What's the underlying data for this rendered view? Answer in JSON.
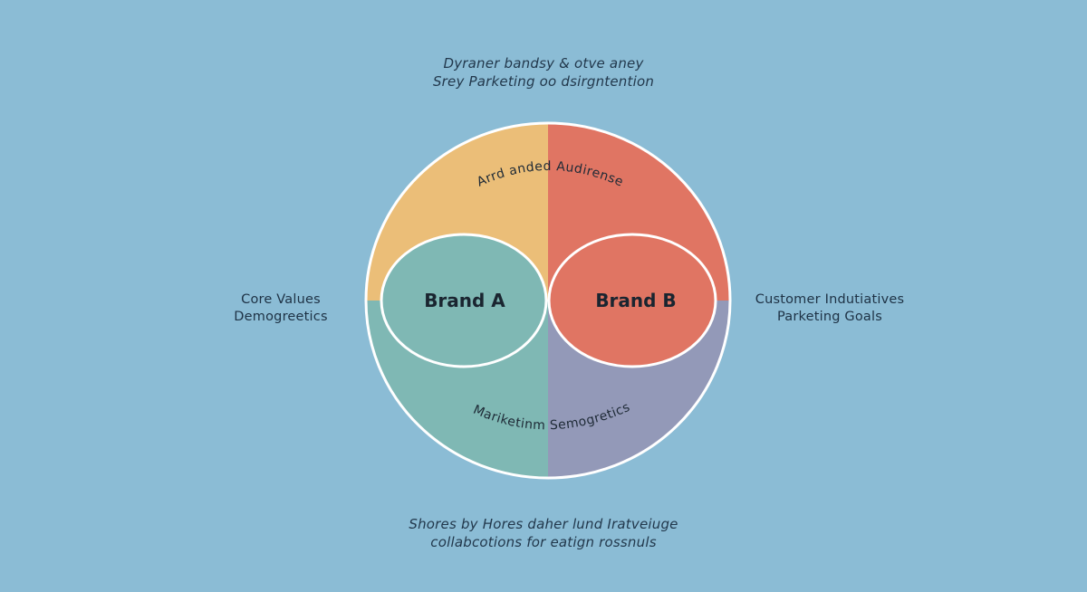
{
  "header": {
    "caption_line1": "Dyraner bandsy & otve aney",
    "caption_line2": "Srey Parketing oo dsirgntention"
  },
  "diagram": {
    "colors": {
      "background": "#8BBCD5",
      "top_left_quadrant": "#EBBE78",
      "top_right_quadrant": "#E07563",
      "bottom_left_quadrant": "#7FB8B4",
      "bottom_right_quadrant": "#9399B8",
      "brand_a_fill": "#7FB8B4",
      "brand_b_fill": "#E07563",
      "outline": "#FFFFFF",
      "text": "#1E3245"
    },
    "top_arc_label": "Arrd anded Audirense",
    "bottom_arc_label": "Mariketinm Semogretics",
    "brand_a": {
      "label": "Brand A"
    },
    "brand_b": {
      "label": "Brand B"
    }
  },
  "left_label": {
    "line1": "Core Values",
    "line2": "Demogreetics"
  },
  "right_label": {
    "line1": "Customer Indutiatives",
    "line2": "Parketing Goals"
  },
  "footer": {
    "caption_line1": "Shores by Hores daher lund Iratveiuge",
    "caption_line2": "collabcotions for eatign rossnuls"
  }
}
